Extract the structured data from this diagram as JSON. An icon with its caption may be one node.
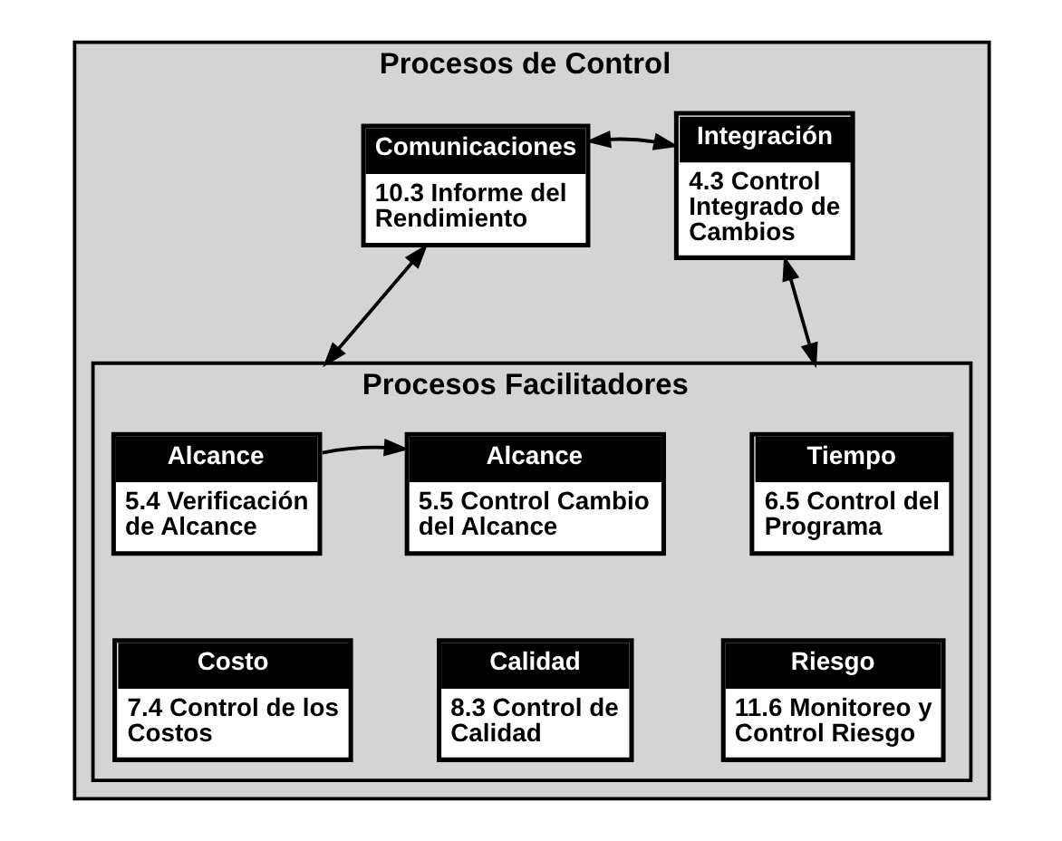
{
  "diagram": {
    "nodes": [
      {
        "text": [
          "Procesos de Control"
        ]
      },
      {
        "text": [
          "Comunicaciones",
          "10.3 Informe del Rendimiento"
        ],
        "in": 0
      },
      {
        "text": [
          "Integración",
          "4.3 Control Integrado de Cambios"
        ],
        "in": 0
      },
      {
        "text": [
          "Procesos Facilitadores"
        ],
        "in": 0
      },
      {
        "text": [
          "Alcance",
          "5.4 Verificación de Alcance"
        ],
        "in": 3
      },
      {
        "text": [
          "Alcance",
          "5.5 Control Cambio del Alcance"
        ],
        "in": 3
      },
      {
        "text": [
          "Tiempo",
          "6.5 Control del Programa"
        ],
        "in": 3
      },
      {
        "text": [
          "Costo",
          "7.4 Control de los Costos"
        ],
        "in": 3
      },
      {
        "text": [
          "Calidad",
          "8.3 Control de Calidad"
        ],
        "in": 3
      },
      {
        "text": [
          "Riesgo",
          "11.6 Monitoreo y Control Riesgo"
        ],
        "in": 3
      }
    ],
    "edges": [
      {
        "from": 1,
        "to": 2,
        "arrow": "both"
      },
      {
        "from": 1,
        "to": 3,
        "arrow": "both"
      },
      {
        "from": 2,
        "to": 3,
        "arrow": "both"
      },
      {
        "from": 4,
        "to": 5,
        "arrow": "to"
      }
    ]
  }
}
